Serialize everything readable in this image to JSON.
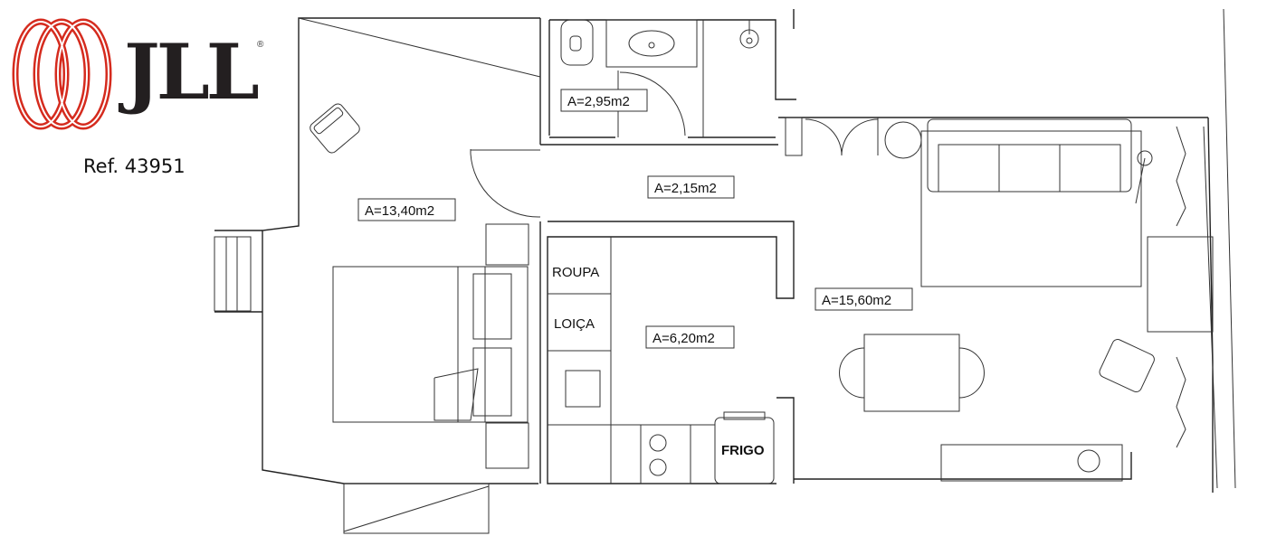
{
  "brand": {
    "name": "JLL",
    "registered": "®",
    "color": "#d52b1e"
  },
  "reference": "Ref. 43951",
  "rooms": {
    "bathroom": "A=2,95m2",
    "hall": "A=2,15m2",
    "bedroom": "A=13,40m2",
    "living": "A=15,60m2",
    "kitchen": "A=6,20m2"
  },
  "fixtures": {
    "laundry": "ROUPA",
    "dishes": "LOIÇA",
    "fridge": "FRIGO"
  }
}
